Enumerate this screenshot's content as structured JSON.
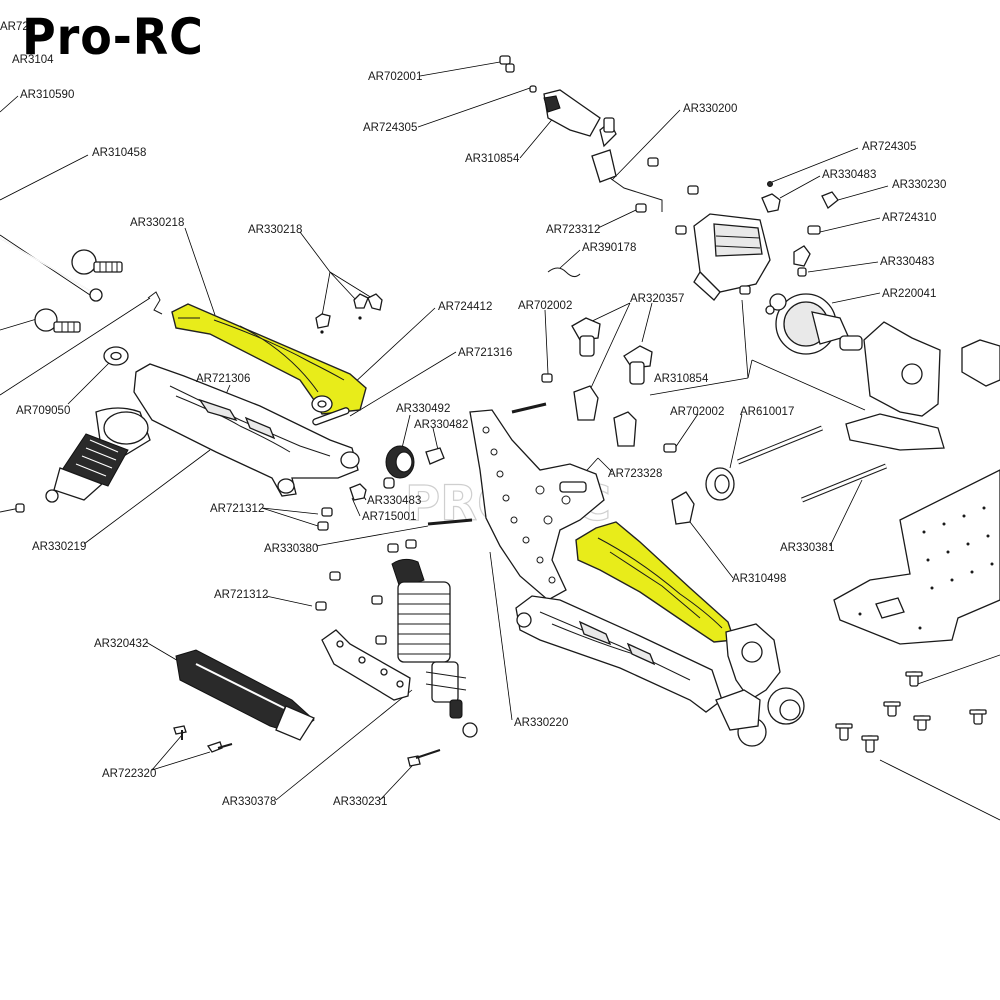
{
  "brand": "Pro-RC",
  "watermark": "PRO-RC",
  "highlight_color": "#e8ec1a",
  "top_left_partial": [
    "AR72",
    "AR3104",
    "AR310590"
  ],
  "labels": {
    "AR702001": "AR702001",
    "AR724305_a": "AR724305",
    "AR310854_a": "AR310854",
    "AR330200": "AR330200",
    "AR724305_b": "AR724305",
    "AR330483_a": "AR330483",
    "AR330230": "AR330230",
    "AR724310": "AR724310",
    "AR330483_b": "AR330483",
    "AR220041": "AR220041",
    "AR310458": "AR310458",
    "AR330218_a": "AR330218",
    "AR330218_b": "AR330218",
    "AR723312": "AR723312",
    "AR390178": "AR390178",
    "AR702002_a": "AR702002",
    "AR320357": "AR320357",
    "AR724412": "AR724412",
    "AR721316": "AR721316",
    "AR721306": "AR721306",
    "AR709050": "AR709050",
    "AR330492": "AR330492",
    "AR330482": "AR330482",
    "AR310854_b": "AR310854",
    "AR702002_b": "AR702002",
    "AR610017": "AR610017",
    "AR723328": "AR723328",
    "AR330483_c": "AR330483",
    "AR715001": "AR715001",
    "AR721312_a": "AR721312",
    "AR330219": "AR330219",
    "AR330380": "AR330380",
    "AR330381": "AR330381",
    "AR310498": "AR310498",
    "AR721312_b": "AR721312",
    "AR320432": "AR320432",
    "AR330220": "AR330220",
    "AR722320": "AR722320",
    "AR330378": "AR330378",
    "AR330231": "AR330231"
  }
}
